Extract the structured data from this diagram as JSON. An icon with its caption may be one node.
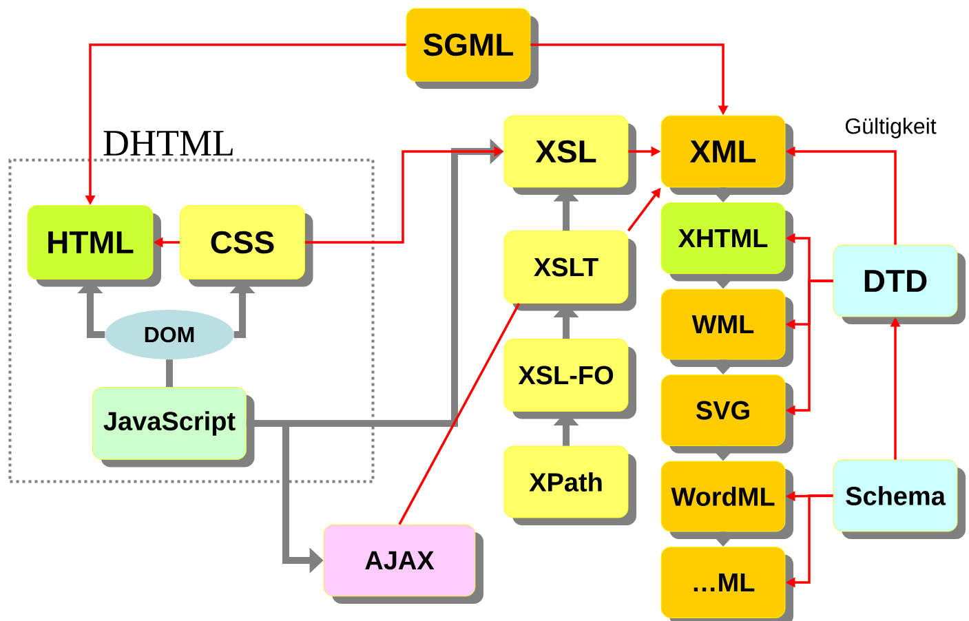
{
  "diagram": {
    "nodes": [
      {
        "text": [
          "SGML"
        ]
      },
      {
        "text": [
          "DHTML"
        ]
      },
      {
        "text": [
          "HTML"
        ],
        "in": 1
      },
      {
        "text": [
          "CSS"
        ],
        "in": 1
      },
      {
        "text": [
          "DOM"
        ],
        "in": 1
      },
      {
        "text": [
          "JavaScript"
        ],
        "in": 1
      },
      {
        "text": [
          "XSL"
        ]
      },
      {
        "text": [
          "XML"
        ]
      },
      {
        "text": [
          "XSLT"
        ]
      },
      {
        "text": [
          "XSL-FO"
        ]
      },
      {
        "text": [
          "XPath"
        ]
      },
      {
        "text": [
          "AJAX"
        ]
      },
      {
        "text": [
          "XHTML"
        ]
      },
      {
        "text": [
          "WML"
        ]
      },
      {
        "text": [
          "SVG"
        ]
      },
      {
        "text": [
          "WordML"
        ]
      },
      {
        "text": [
          "…ML"
        ]
      },
      {
        "text": [
          "DTD"
        ]
      },
      {
        "text": [
          "Schema"
        ]
      }
    ],
    "edges": [
      {
        "from": 7,
        "to": 12,
        "arrow": "to",
        "style": "thick",
        "color": "#808080"
      },
      {
        "from": 12,
        "to": 13,
        "arrow": "to",
        "style": "thick",
        "color": "#808080"
      },
      {
        "from": 13,
        "to": 14,
        "arrow": "to",
        "style": "thick",
        "color": "#808080"
      },
      {
        "from": 14,
        "to": 15,
        "arrow": "to",
        "style": "thick",
        "color": "#808080"
      },
      {
        "from": 15,
        "to": 16,
        "arrow": "to",
        "style": "thick",
        "color": "#808080"
      },
      {
        "from": 8,
        "to": 6,
        "arrow": "to",
        "style": "thick",
        "color": "#808080"
      },
      {
        "from": 9,
        "to": 8,
        "arrow": "to",
        "style": "thick",
        "color": "#808080"
      },
      {
        "from": 10,
        "to": 9,
        "arrow": "to",
        "style": "thick",
        "color": "#808080"
      },
      {
        "from": 4,
        "to": 2,
        "arrow": "to",
        "style": "thick",
        "color": "#808080"
      },
      {
        "from": 4,
        "to": 3,
        "arrow": "to",
        "style": "thick",
        "color": "#808080"
      },
      {
        "from": 5,
        "to": 4,
        "arrow": "none",
        "style": "thick",
        "color": "#808080"
      },
      {
        "from": 5,
        "to": 6,
        "arrow": "to",
        "style": "thick",
        "color": "#808080"
      },
      {
        "from": 5,
        "to": 11,
        "arrow": "to",
        "style": "thick",
        "color": "#808080"
      },
      {
        "from": 0,
        "to": 2,
        "arrow": "to"
      },
      {
        "from": 0,
        "to": 7,
        "arrow": "to"
      },
      {
        "from": 3,
        "to": 2,
        "arrow": "to"
      },
      {
        "from": 3,
        "to": 6,
        "arrow": "to"
      },
      {
        "from": 6,
        "to": 7,
        "arrow": "to"
      },
      {
        "from": 8,
        "to": 7,
        "arrow": "to"
      },
      {
        "from": 11,
        "to": 8,
        "arrow": "none"
      },
      {
        "from": 17,
        "to": 7,
        "arrow": "to"
      },
      {
        "from": 17,
        "to": 12,
        "arrow": "to"
      },
      {
        "from": 17,
        "to": 13,
        "arrow": "to"
      },
      {
        "from": 17,
        "to": 14,
        "arrow": "to"
      },
      {
        "from": 18,
        "to": 17,
        "arrow": "to"
      },
      {
        "from": 18,
        "to": 15,
        "arrow": "to"
      },
      {
        "from": 18,
        "to": 16,
        "arrow": "to"
      }
    ],
    "labels": [
      "Gültigkeit"
    ]
  }
}
